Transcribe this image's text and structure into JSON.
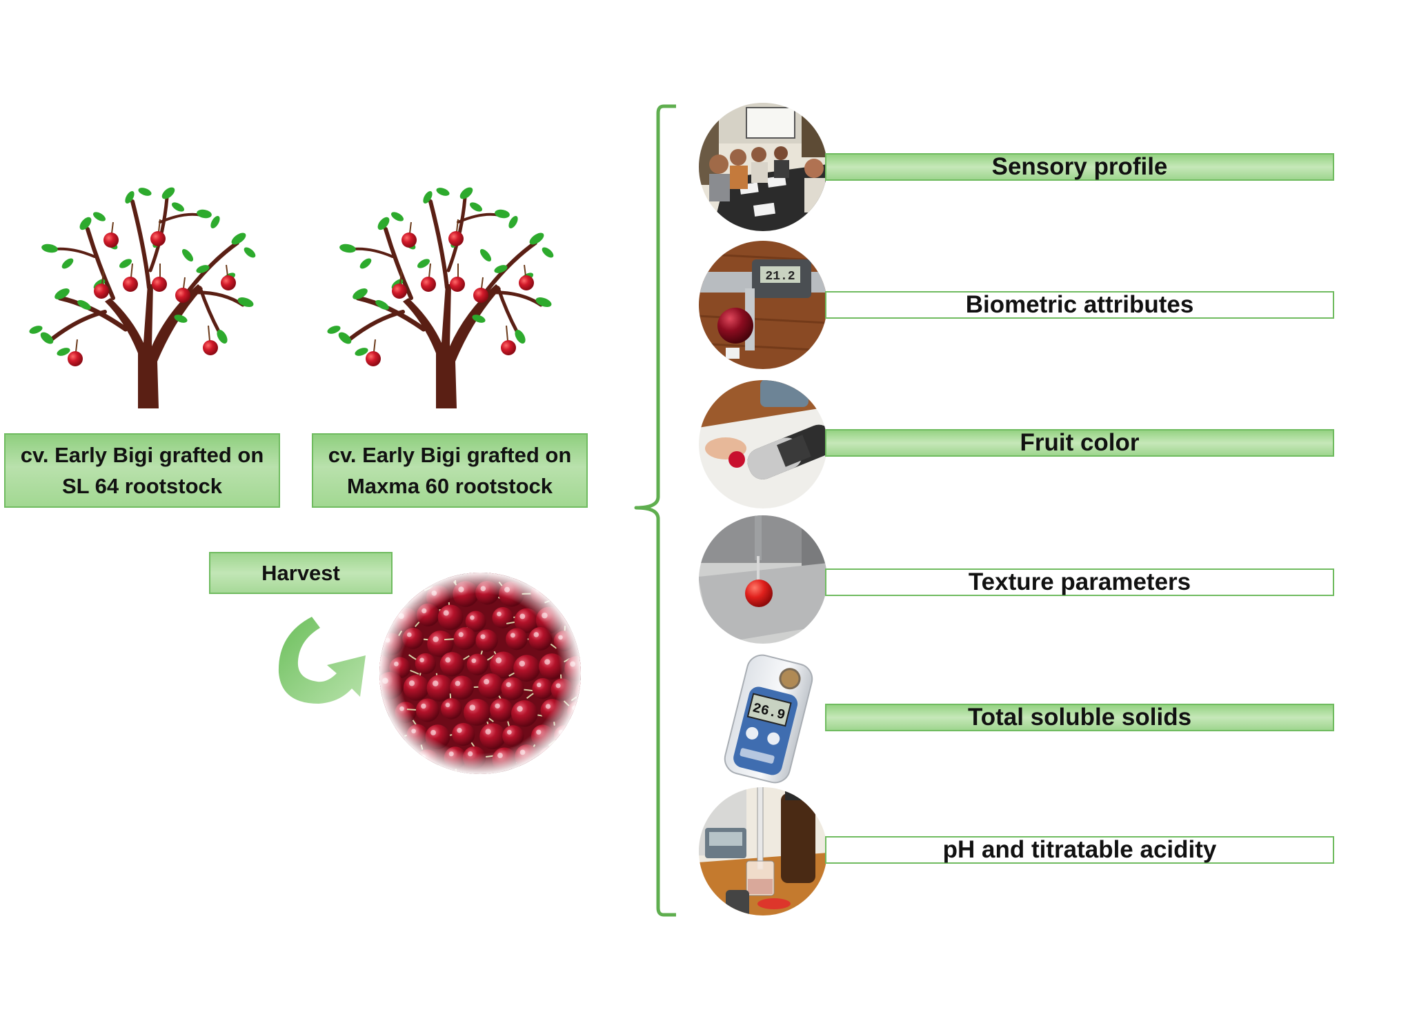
{
  "cultivars": [
    {
      "line1": "cv. Early Bigi grafted on",
      "line2": "SL 64 rootstock"
    },
    {
      "line1": "cv. Early Bigi grafted on",
      "line2": "Maxma 60 rootstock"
    }
  ],
  "harvest": {
    "label": "Harvest"
  },
  "analyses": [
    {
      "label": "Sensory profile",
      "style": "filled"
    },
    {
      "label": "Biometric attributes",
      "style": "outline"
    },
    {
      "label": "Fruit color",
      "style": "filled"
    },
    {
      "label": "Texture parameters",
      "style": "outline"
    },
    {
      "label": "Total soluble solids",
      "style": "filled"
    },
    {
      "label": "pH and titratable acidity",
      "style": "outline"
    }
  ],
  "refractometer": {
    "display_value": "26.9"
  },
  "caliper": {
    "display_value": "21.2"
  },
  "colors": {
    "green_accent": "#6fbb5f",
    "bar_fill": "#a2d892",
    "cherry_red": "#c8102e",
    "trunk_brown": "#5a1f14"
  }
}
